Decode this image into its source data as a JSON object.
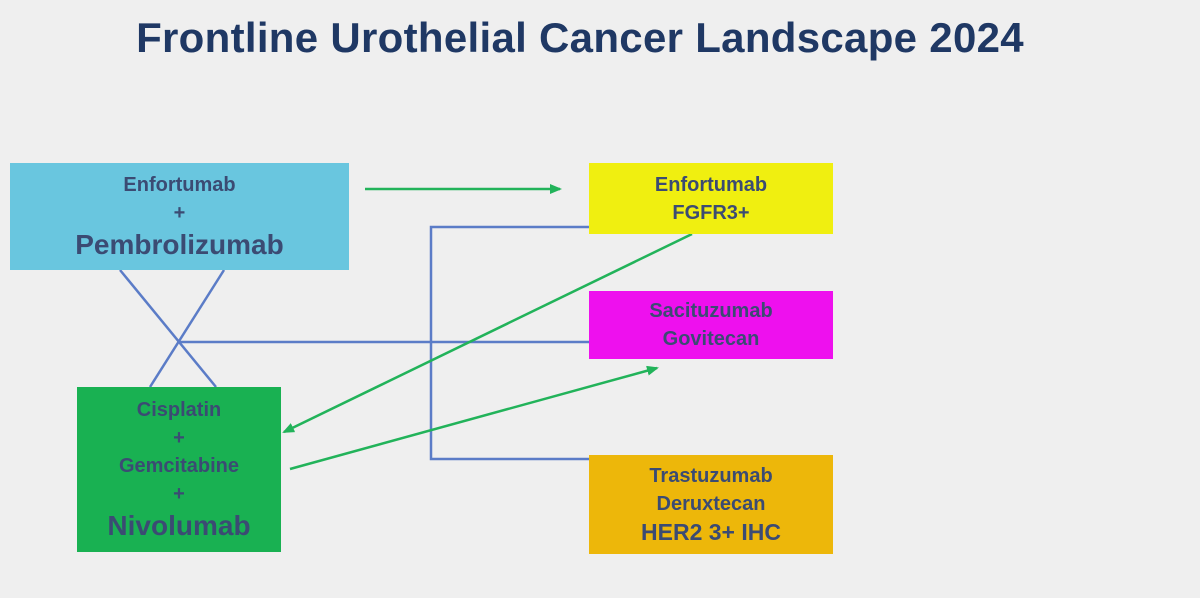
{
  "title": "Frontline Urothelial Cancer Landscape 2024",
  "colors": {
    "title": "#1f3864",
    "text": "#3b4b73",
    "blue_line": "#5b7cc7",
    "green_arrow": "#22b35a",
    "ep_fill": "#69c6df",
    "cgn_fill": "#19b152",
    "ef_fill": "#f0ef10",
    "sg_fill": "#ee10ee",
    "td_fill": "#edb70a"
  },
  "boxes": {
    "enfortumab_pembrolizumab": {
      "line1": "Enfortumab",
      "line2": "+",
      "line3": "Pembrolizumab"
    },
    "cisplatin_gemcitabine_nivolumab": {
      "line1": "Cisplatin",
      "line2": "+",
      "line3": "Gemcitabine",
      "line4": "+",
      "line5": "Nivolumab"
    },
    "enfortumab_fgfr3": {
      "line1": "Enfortumab",
      "line2": "FGFR3+"
    },
    "sacituzumab_govitecan": {
      "line1": "Sacituzumab",
      "line2": "Govitecan"
    },
    "trastuzumab_deruxtecan": {
      "line1": "Trastuzumab",
      "line2": "Deruxtecan",
      "line3": "HER2 3+ IHC"
    }
  }
}
